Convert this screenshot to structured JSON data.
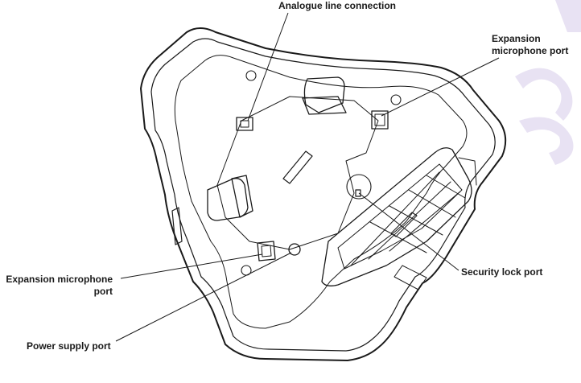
{
  "labels": {
    "analogue_line": "Analogue line connection",
    "expansion_top_line1": "Expansion",
    "expansion_top_line2": "microphone port",
    "expansion_left_line1": "Expansion microphone",
    "expansion_left_line2": "port",
    "security_lock": "Security lock port",
    "power_supply": "Power supply port"
  },
  "colors": {
    "outline": "#1a1a1a",
    "watermark": "#e6dff2"
  }
}
